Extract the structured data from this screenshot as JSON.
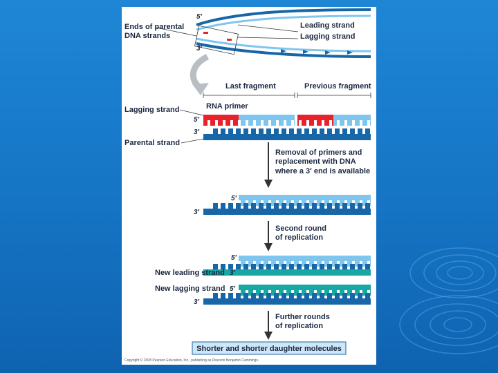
{
  "colors": {
    "background": "#1a7ccf",
    "parental_strand": "#1766a8",
    "new_strand": "#7fc6ee",
    "rna_primer": "#e8222b",
    "new_lagging": "#17a7a4"
  },
  "figure": {
    "top": {
      "five_prime": "5′",
      "three_prime": "3′",
      "ends_label_line1": "Ends of parental",
      "ends_label_line2": "DNA strands",
      "leading_strand": "Leading strand",
      "lagging_strand": "Lagging strand"
    },
    "fragments": {
      "last_fragment": "Last fragment",
      "previous_fragment": "Previous fragment",
      "rna_primer": "RNA primer",
      "lagging_strand": "Lagging strand",
      "parental_strand": "Parental strand",
      "five_prime": "5′",
      "three_prime": "3′"
    },
    "steps": {
      "step1_line1": "Removal of primers and",
      "step1_line2": "replacement with DNA",
      "step1_line3": "where a 3′ end is available",
      "step2_line1": "Second round",
      "step2_line2": "of replication",
      "step3_line1": "Further rounds",
      "step3_line2": "of replication"
    },
    "after_removal": {
      "five_prime": "5′",
      "three_prime": "3′"
    },
    "second_round": {
      "five_prime": "5′",
      "new_leading_strand": "New leading strand",
      "three_prime_a": "3′",
      "new_lagging_strand": "New lagging strand",
      "five_prime_b": "5′",
      "three_prime_b": "3′"
    },
    "result": "Shorter and shorter daughter molecules",
    "copyright": "Copyright © 2008 Pearson Education, Inc., publishing as Pearson Benjamin Cummings."
  }
}
